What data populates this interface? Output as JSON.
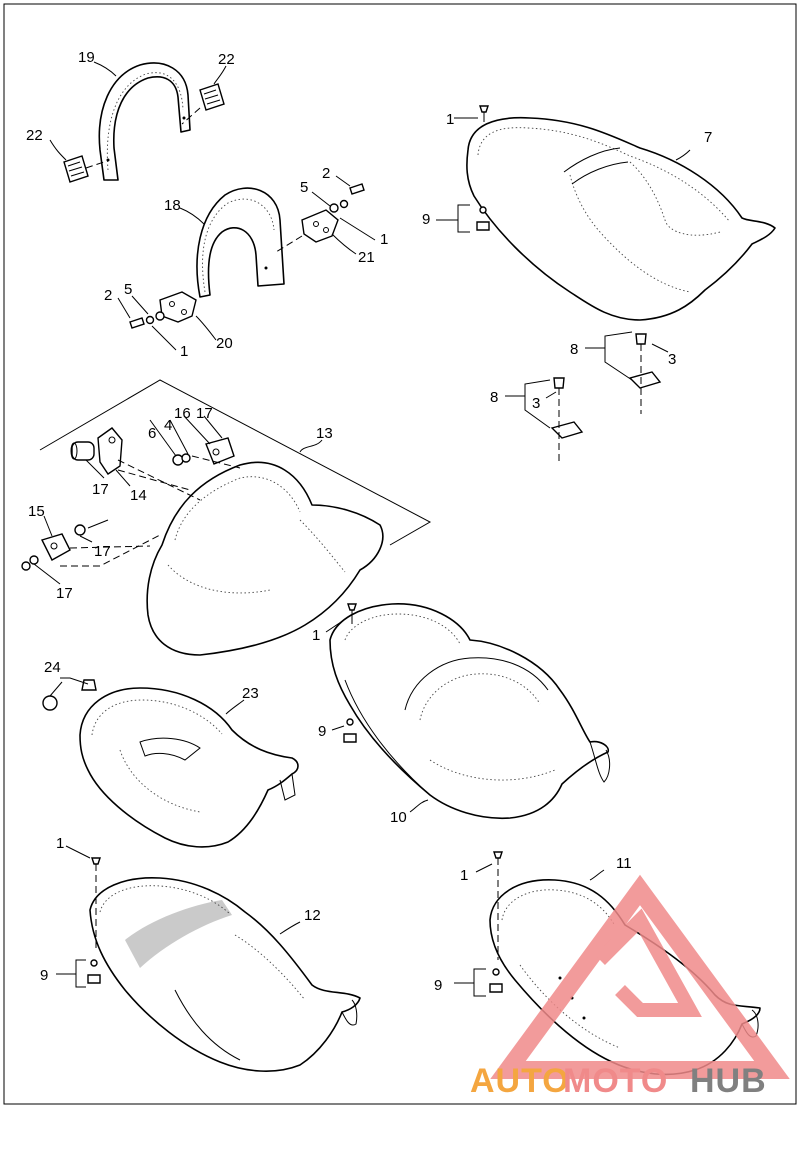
{
  "callouts": {
    "c1": "1",
    "c2": "2",
    "c3": "3",
    "c4": "4",
    "c5": "5",
    "c6": "6",
    "c7": "7",
    "c8": "8",
    "c9": "9",
    "c10": "10",
    "c11": "11",
    "c12": "12",
    "c13": "13",
    "c14": "14",
    "c15": "15",
    "c16": "16",
    "c17": "17",
    "c18": "18",
    "c19": "19",
    "c20": "20",
    "c21": "21",
    "c22": "22",
    "c23": "23",
    "c24": "24"
  },
  "watermark": {
    "part1": "AUTO",
    "part2": "MOTO",
    "part3": "HUB",
    "color_primary": "#f08a8a",
    "color_accent": "#f4a640",
    "color_dark": "#808080"
  },
  "colors": {
    "line": "#000000",
    "background": "#ffffff"
  }
}
